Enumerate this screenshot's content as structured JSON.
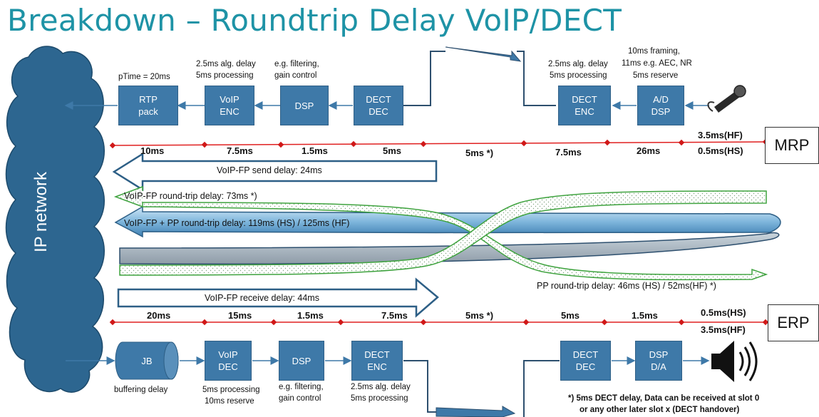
{
  "title": "Breakdown – Roundtrip Delay VoIP/DECT",
  "cloud": "IP network",
  "mrp": {
    "end_label": "MRP",
    "boxes": [
      {
        "key": "rtp",
        "lines": [
          "RTP",
          "pack"
        ]
      },
      {
        "key": "voip_enc",
        "lines": [
          "VoIP",
          "ENC"
        ]
      },
      {
        "key": "dsp",
        "lines": [
          "DSP"
        ]
      },
      {
        "key": "dect_dec",
        "lines": [
          "DECT",
          "DEC"
        ]
      },
      {
        "key": "dect_enc",
        "lines": [
          "DECT",
          "ENC"
        ]
      },
      {
        "key": "ad_dsp",
        "lines": [
          "A/D",
          "DSP"
        ]
      }
    ],
    "notes": {
      "rtp": "pTime = 20ms",
      "voip_enc_1": "2.5ms alg. delay",
      "voip_enc_2": "5ms processing",
      "dsp_1": "e.g. filtering,",
      "dsp_2": "gain control",
      "dect_enc_1": "2.5ms alg. delay",
      "dect_enc_2": "5ms processing",
      "ad_1": "10ms framing,",
      "ad_2": "11ms e.g. AEC, NR",
      "ad_3": "5ms reserve"
    },
    "segments": [
      "10ms",
      "7.5ms",
      "1.5ms",
      "5ms",
      "5ms *)",
      "7.5ms",
      "26ms"
    ],
    "hf": "3.5ms(HF)",
    "hs": "0.5ms(HS)"
  },
  "erp": {
    "end_label": "ERP",
    "boxes": [
      {
        "key": "jb",
        "lines": [
          "JB"
        ]
      },
      {
        "key": "voip_dec",
        "lines": [
          "VoIP",
          "DEC"
        ]
      },
      {
        "key": "dsp",
        "lines": [
          "DSP"
        ]
      },
      {
        "key": "dect_enc",
        "lines": [
          "DECT",
          "ENC"
        ]
      },
      {
        "key": "dect_dec",
        "lines": [
          "DECT",
          "DEC"
        ]
      },
      {
        "key": "dsp_da",
        "lines": [
          "DSP",
          "D/A"
        ]
      }
    ],
    "notes": {
      "jb": "buffering delay",
      "voip_dec_1": "5ms processing",
      "voip_dec_2": "10ms reserve",
      "dsp_1": "e.g. filtering,",
      "dsp_2": "gain control",
      "dect_enc_1": "2.5ms alg. delay",
      "dect_enc_2": "5ms processing"
    },
    "segments": [
      "20ms",
      "15ms",
      "1.5ms",
      "7.5ms",
      "5ms *)",
      "5ms",
      "1.5ms"
    ],
    "hs": "0.5ms(HS)",
    "hf": "3.5ms(HF)"
  },
  "arrows": {
    "send": "VoIP-FP send delay: 24ms",
    "fp_rt": "VoIP-FP round-trip delay: 73ms *)",
    "fp_pp_rt": "VoIP-FP + PP round-trip delay: 119ms (HS)  / 125ms (HF)",
    "receive": "VoIP-FP receive delay: 44ms",
    "pp_rt": "PP round-trip delay: 46ms (HS)  / 52ms(HF) *)"
  },
  "footnote": {
    "line1": "*) 5ms DECT delay, Data can be received at slot 0",
    "line2": "or  any other later slot x (DECT handover)"
  },
  "colors": {
    "title": "#1e93a6",
    "box": "#3e79a8",
    "cloud": "#2d6690",
    "timeline": "#e02020",
    "marker": "#d01818"
  }
}
